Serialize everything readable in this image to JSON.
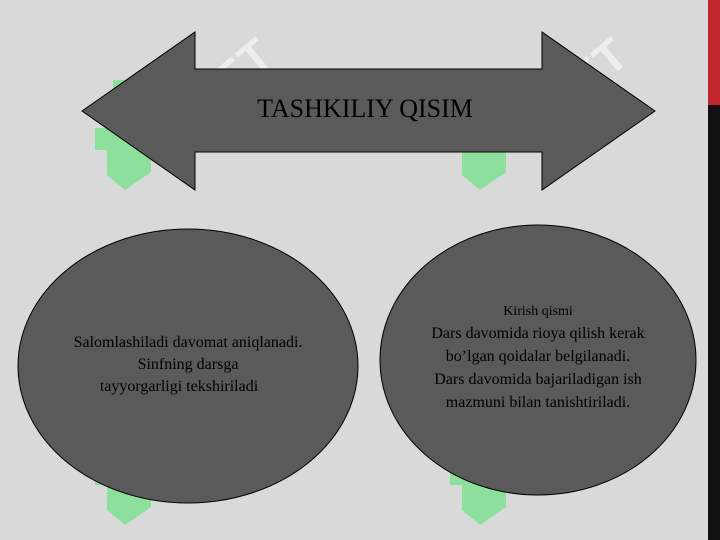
{
  "diagram": {
    "title": "TASHKILIY QISIM",
    "left_ellipse": {
      "lines": [
        "Salomlashiladi davomat aniqlanadi.",
        "Sinfning darsga",
        "tayyorgarligi tekshiriladi"
      ]
    },
    "right_ellipse": {
      "heading": "Kirish qismi",
      "lines": [
        "Dars davomida rioya qilish kerak",
        "bo’lgan qoidalar belgilanadi.",
        "Dars davomida bajariladigan ish",
        "mazmuni bilan tanishtiriladi."
      ]
    }
  },
  "watermark": {
    "text": "SOFT",
    "icon": "logo-mark-icon"
  },
  "colors": {
    "background": "#d9d9d9",
    "shape_fill": "#5a5a5a",
    "outline": "#000000",
    "accent_red": "#c0262b",
    "accent_black": "#111111",
    "watermark_green": "#7ee08f"
  }
}
